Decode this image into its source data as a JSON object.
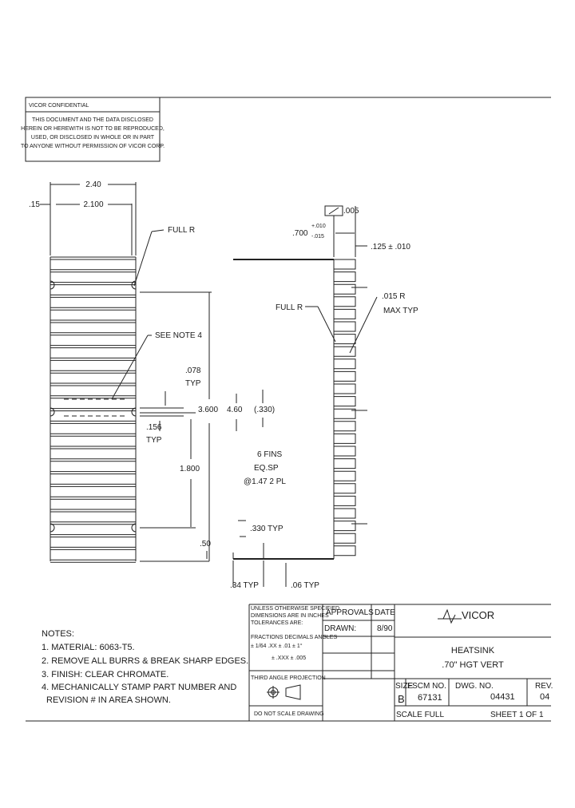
{
  "confidential": {
    "heading": "VICOR CONFIDENTIAL",
    "lines": [
      "THIS DOCUMENT AND THE DATA DISCLOSED",
      "HEREIN OR HEREWITH IS NOT TO BE REPRODUCED,",
      "USED, OR DISCLOSED IN WHOLE OR IN PART",
      "TO ANYONE WITHOUT PERMISSION OF VICOR CORP."
    ]
  },
  "front_view": {
    "dim_width": "2.40",
    "dim_inner": "2.100",
    "dim_offset": ".15",
    "full_r": "FULL R",
    "see_note": "SEE NOTE 4",
    "dim_078": ".078",
    "typ1": "TYP",
    "dim_156": ".156",
    "typ2": "TYP",
    "dim_3600": "3.600",
    "dim_1800": "1.800",
    "dim_50": ".50"
  },
  "side_view": {
    "flatness": ".005",
    "dim_700": ".700",
    "tol_plus": "+.010",
    "tol_minus": "-.015",
    "dim_125": ".125 ± .010",
    "full_r": "FULL R",
    "radius_015": ".015 R",
    "max_typ": "MAX TYP",
    "dim_460": "4.60",
    "dim_330_ref": "(.330)",
    "fins_1": "6 FINS",
    "fins_2": "EQ.SP",
    "fins_3": "@1.47 2 PL",
    "dim_330_typ": ".330 TYP",
    "dim_34": ".34 TYP",
    "dim_06": ".06 TYP"
  },
  "notes": {
    "heading": "NOTES:",
    "items": [
      "1. MATERIAL: 6063-T5.",
      "2. REMOVE ALL BURRS & BREAK SHARP EDGES.",
      "3. FINISH: CLEAR CHROMATE.",
      "4. MECHANICALLY STAMP PART NUMBER AND",
      "REVISION # IN AREA SHOWN."
    ]
  },
  "title_block": {
    "spec_lines": [
      "UNLESS OTHERWISE SPECIFIED",
      "DIMENSIONS ARE IN INCHES",
      "TOLERANCES ARE:"
    ],
    "tol_line": "FRACTIONS  DECIMALS ANGLES",
    "tol_vals": "± 1/64     .XX ± .01     ± 1°",
    "tol_xxx": "± .XXX ± .005",
    "third_angle": "THIRD ANGLE PROJECTION",
    "no_scale": "DO NOT SCALE DRAWING",
    "approvals": "APPROVALS",
    "date": "DATE",
    "drawn": "DRAWN:",
    "drawn_date": "8/90",
    "company": "VICOR",
    "title_1": "HEATSINK",
    "title_2": ".70\" HGT VERT",
    "size_label": "SIZE",
    "size": "B",
    "fscm_label": "FSCM NO.",
    "fscm": "67131",
    "dwg_label": "DWG. NO.",
    "dwg": "04431",
    "rev_label": "REV.",
    "rev": "04",
    "scale": "SCALE  FULL",
    "sheet": "SHEET 1 OF 1"
  }
}
